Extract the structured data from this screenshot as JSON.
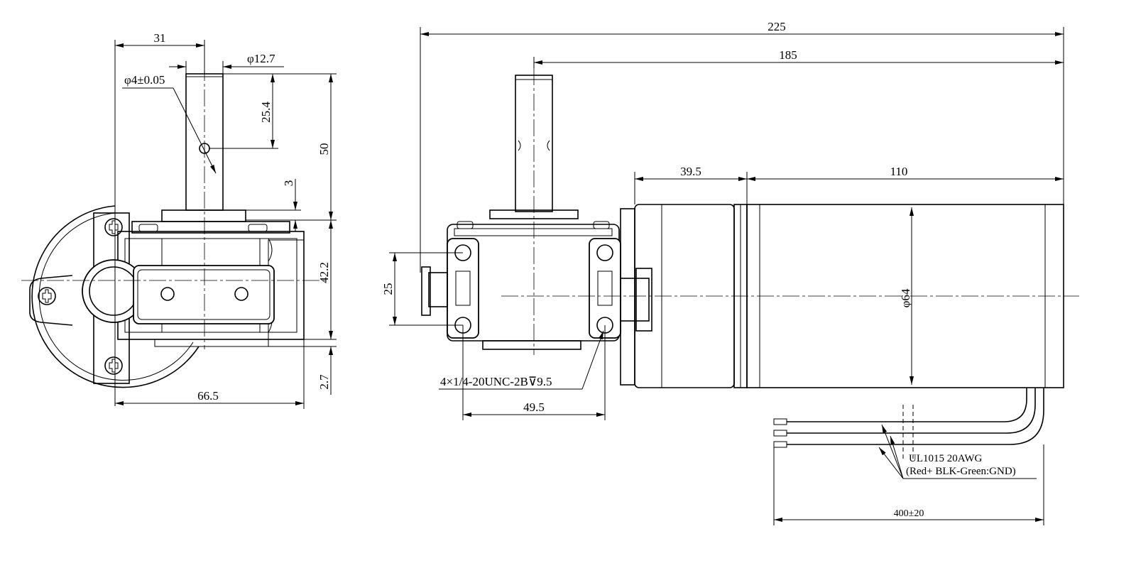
{
  "dimensions": {
    "front_width_31": "31",
    "shaft_dia": "φ12.7",
    "pin_hole": "φ4±0.05",
    "hole_depth": "25.4",
    "shaft_length": "50",
    "flange_gap": "3",
    "gearbox_height": "42.2",
    "base_offset": "2.7",
    "front_width_66": "66.5",
    "total_length": "225",
    "body_length": "185",
    "gear_section": "39.5",
    "motor_length": "110",
    "motor_dia": "φ64",
    "side_height": "25",
    "mount_spacing": "49.5",
    "lead_length": "400±20"
  },
  "notes": {
    "thread": "4×1/4-20UNC-2B⊽9.5",
    "wire_spec": "UL1015 20AWG",
    "wire_colors": "(Red+ BLK-Green:GND)"
  }
}
